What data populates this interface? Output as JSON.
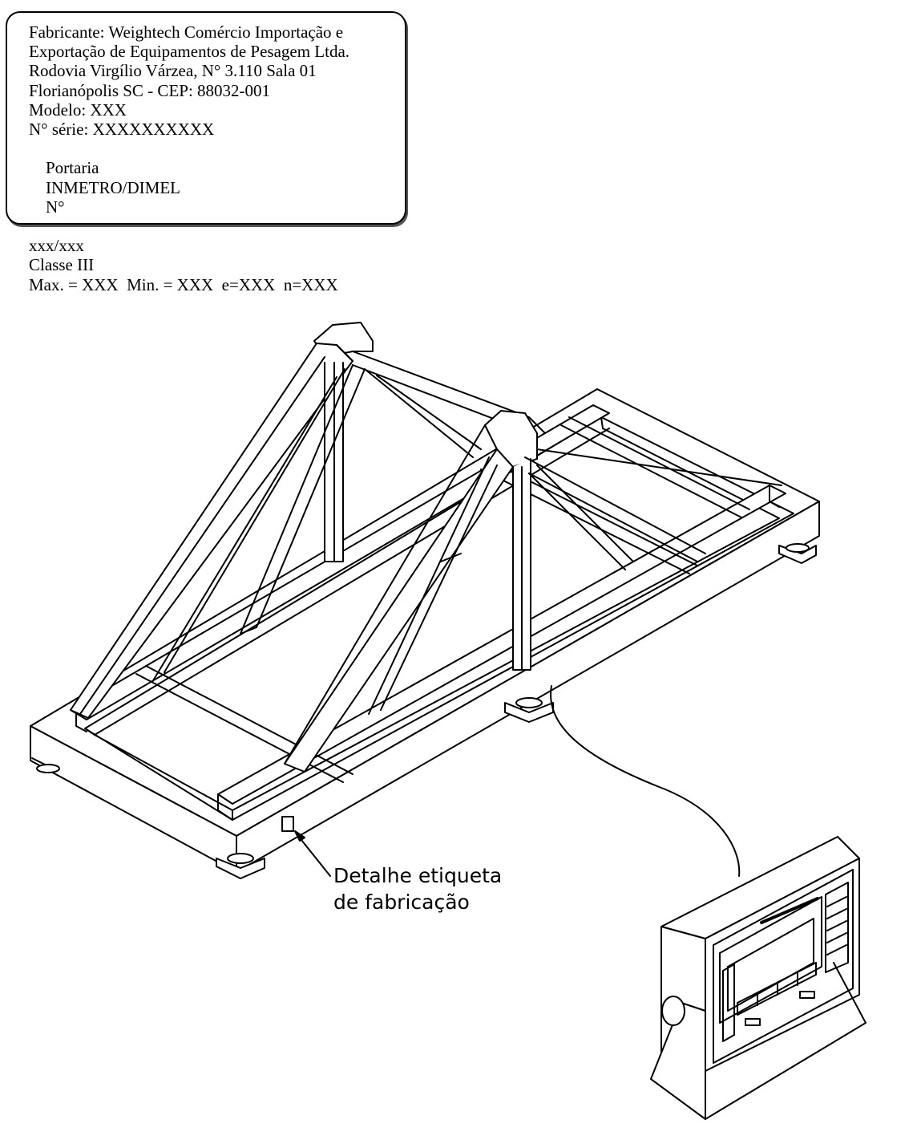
{
  "nameplate": {
    "line1": "Fabricante: Weightech Comércio Importação e",
    "line2": "Exportação de Equipamentos de Pesagem Ltda.",
    "line3": "Rodovia Virgílio Várzea, N° 3.110 Sala 01",
    "line4": "Florianópolis SC - CEP: 88032-001",
    "line5": "Modelo: XXX",
    "line6": "N° série: XXXXXXXXXX",
    "line7a": "Portaria",
    "line7b": "INMETRO/DIMEL",
    "line7c": "N°",
    "line8": "xxx/xxx",
    "line9": "Classe III",
    "line10": "Max. = XXX  Min. = XXX  e=XXX  n=XXX"
  },
  "callout": {
    "line1": "Detalhe etiqueta",
    "line2": "de fabricação"
  }
}
